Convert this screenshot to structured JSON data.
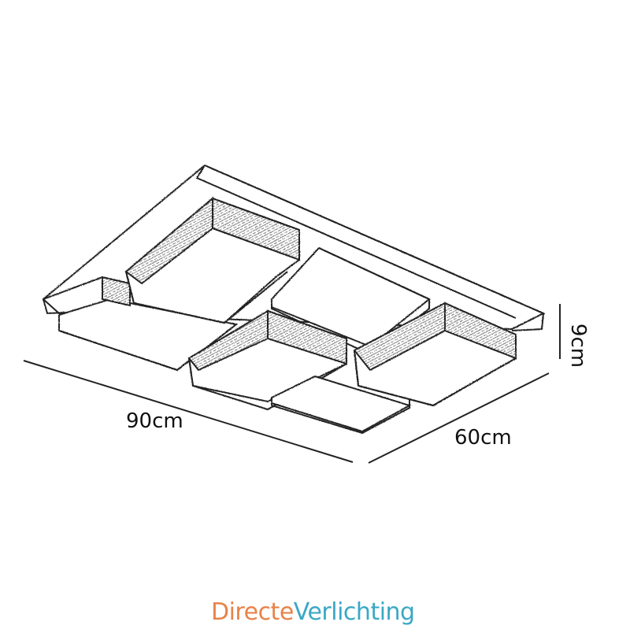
{
  "dimensions": {
    "width": "90cm",
    "depth": "60cm",
    "height": "9cm"
  },
  "brand": {
    "part1": "Directe",
    "part2": "Verlichting",
    "color1": "#e8834a",
    "color2": "#3aa8c4"
  },
  "product_icon": "ceiling-lamp-sketch"
}
